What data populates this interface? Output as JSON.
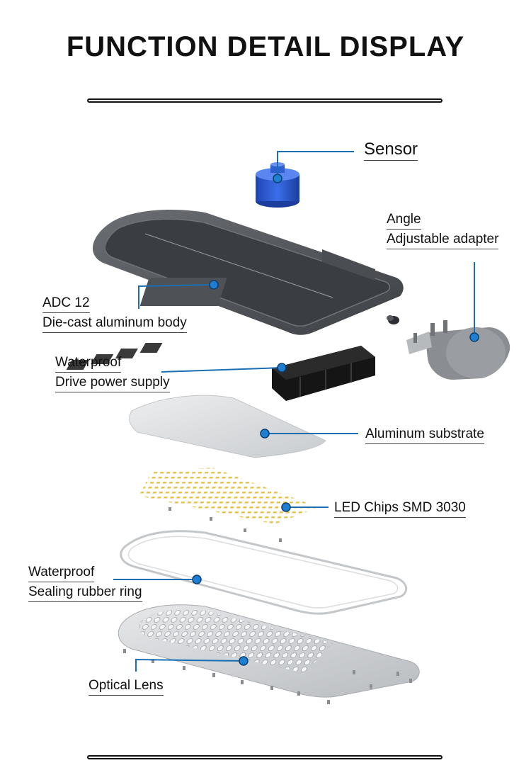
{
  "header": {
    "title": "FUNCTION DETAIL DISPLAY"
  },
  "callouts": {
    "sensor": {
      "lines": [
        "Sensor"
      ]
    },
    "angle_adapter": {
      "lines": [
        "Angle",
        "Adjustable adapter"
      ]
    },
    "body": {
      "lines": [
        "ADC 12",
        "Die-cast aluminum body"
      ]
    },
    "driver": {
      "lines": [
        "Waterproof",
        "Drive power supply"
      ]
    },
    "substrate": {
      "lines": [
        "Aluminum substrate"
      ]
    },
    "led_chips": {
      "lines": [
        "LED Chips SMD 3030"
      ]
    },
    "rubber_ring": {
      "lines": [
        "Waterproof",
        "Sealing rubber ring"
      ]
    },
    "lens": {
      "lines": [
        "Optical Lens"
      ]
    }
  },
  "colors": {
    "leader": "#1a6fb4",
    "dot": "#1e7fd2",
    "housing": "#55585d",
    "sensor": "#2e5fd0",
    "chips": "#e8c85a"
  }
}
